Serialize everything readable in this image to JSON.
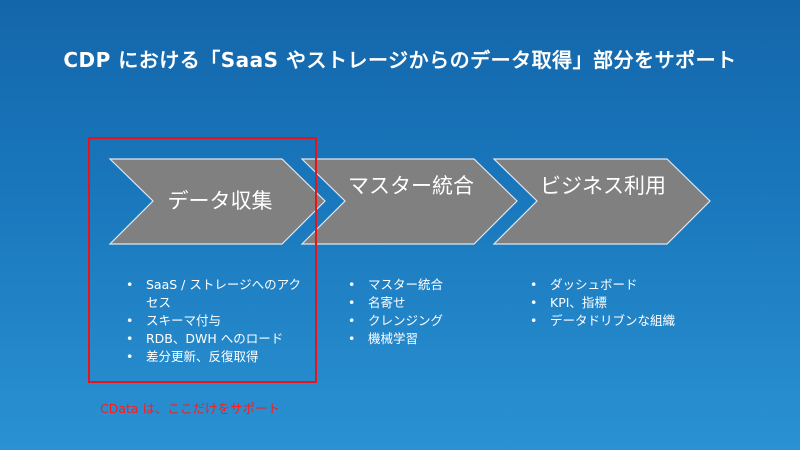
{
  "title": "CDP における「SaaS やストレージからのデータ取得」部分をサポート",
  "steps": [
    {
      "label": "データ収集",
      "items": [
        "SaaS / ストレージへのアクセス",
        "スキーマ付与",
        "RDB、DWH へのロード",
        "差分更新、反復取得"
      ]
    },
    {
      "label": "マスター統合",
      "items": [
        "マスター統合",
        "名寄せ",
        "クレンジング",
        "機械学習"
      ]
    },
    {
      "label": "ビジネス利用",
      "items": [
        "ダッシュボード",
        "KPI、指標",
        "データドリブンな組織"
      ]
    }
  ],
  "note": "CData は、ここだけをサポート",
  "colors": {
    "chevron": "#808080",
    "highlight": "#e8141c",
    "background": "#1a78bd"
  }
}
